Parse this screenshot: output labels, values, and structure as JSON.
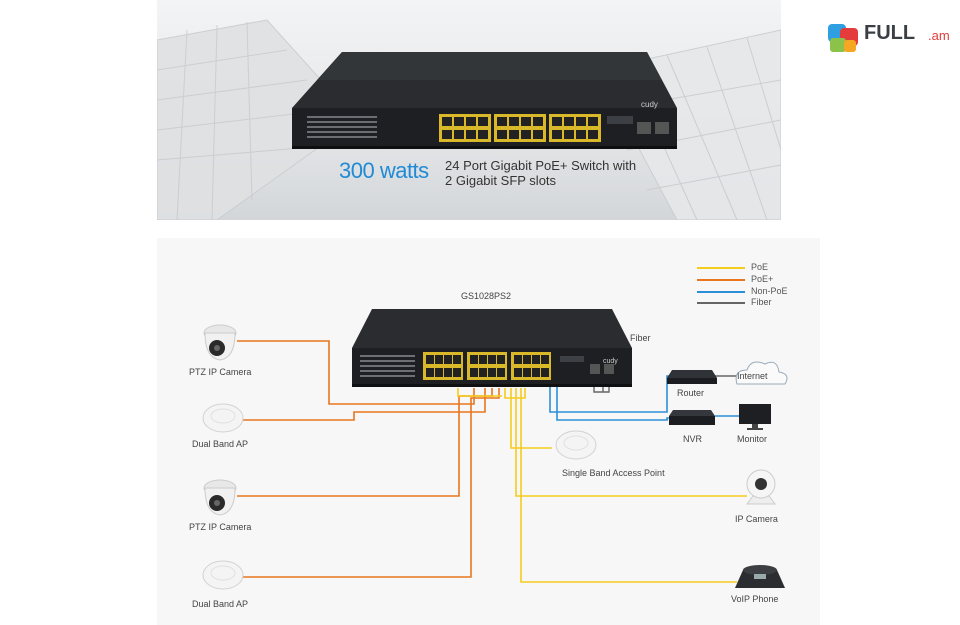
{
  "banner": {
    "watts": "300 watts",
    "desc_line1": "24 Port Gigabit PoE+ Switch with",
    "desc_line2": "2 Gigabit SFP slots",
    "switch_brand": "cudy"
  },
  "site_logo": {
    "name": "FULL",
    "suffix": ".am"
  },
  "diagram": {
    "model": "GS1028PS2",
    "switch_brand": "cudy",
    "fiber_label": "Fiber",
    "legend": [
      {
        "label": "PoE",
        "color": "#f5cc1d"
      },
      {
        "label": "PoE+",
        "color": "#e8761f"
      },
      {
        "label": "Non-PoE",
        "color": "#2b8fd8"
      },
      {
        "label": "Fiber",
        "color": "#666666"
      }
    ],
    "devices": {
      "ptz1": "PTZ IP Camera",
      "ap1": "Dual Band AP",
      "ptz2": "PTZ IP Camera",
      "ap2": "Dual Band AP",
      "single_ap": "Single Band Access Point",
      "ip_camera": "IP Camera",
      "voip": "VoIP Phone",
      "router": "Router",
      "internet": "Internet",
      "nvr": "NVR",
      "monitor": "Monitor"
    }
  }
}
